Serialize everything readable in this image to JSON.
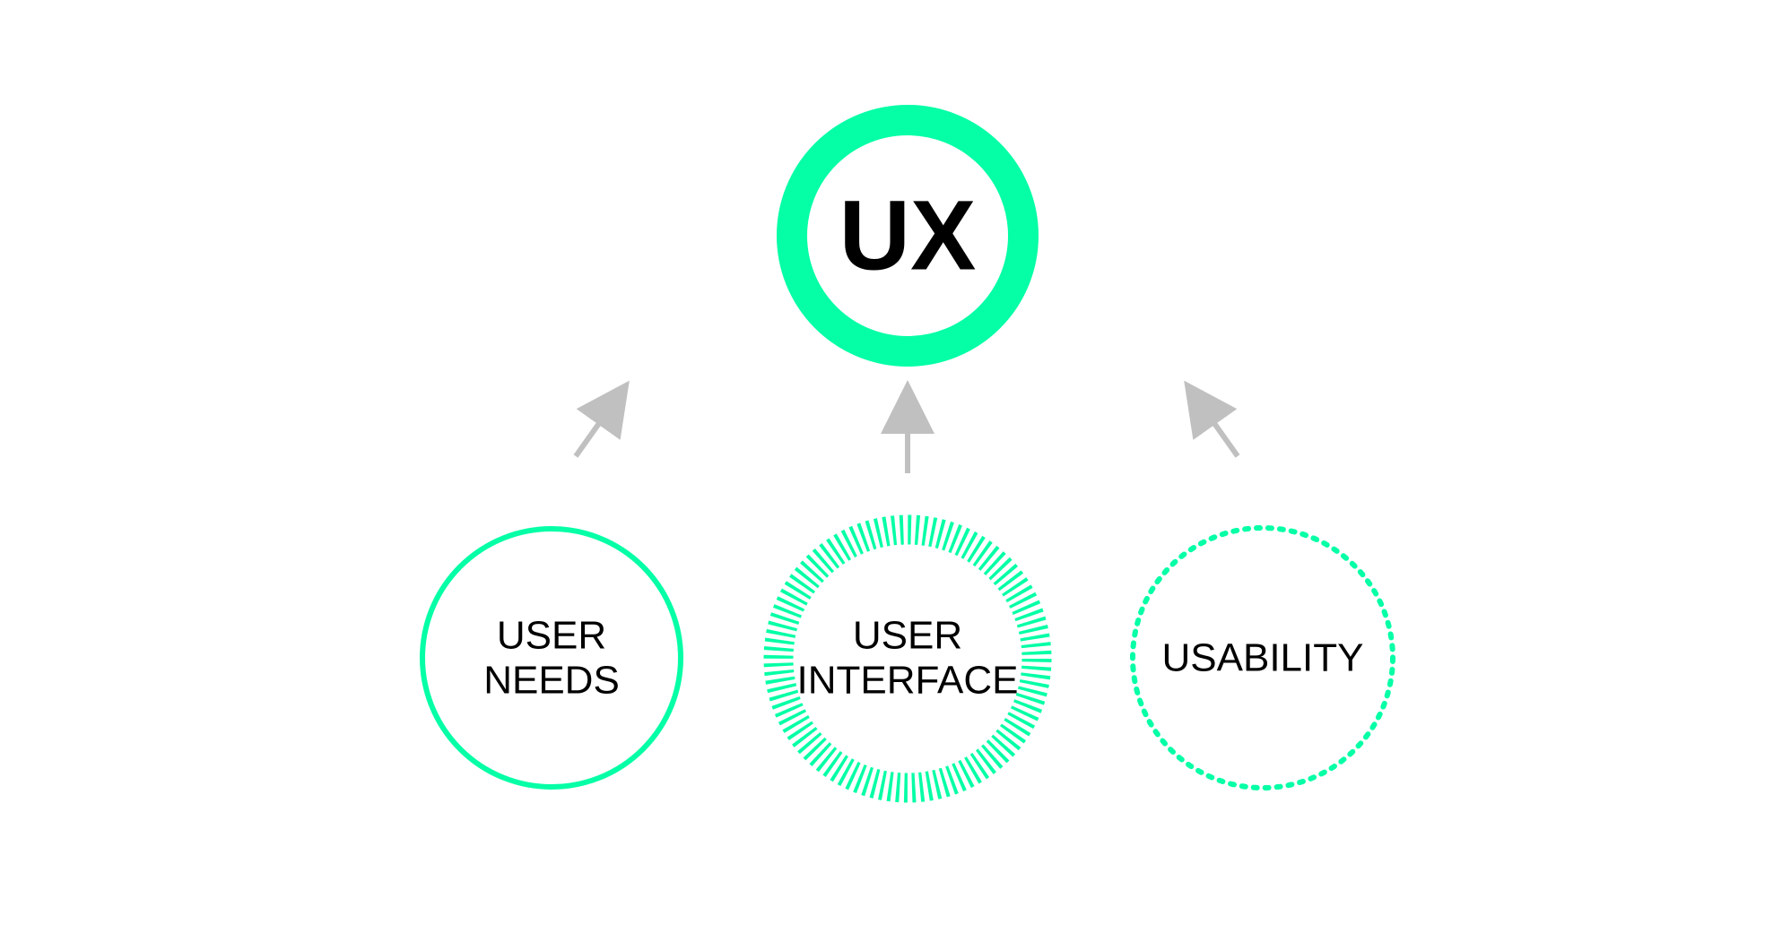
{
  "colors": {
    "accent": "#05ffa6",
    "arrow": "#c0c0c0",
    "text": "#000000",
    "background": "#ffffff"
  },
  "nodes": {
    "ux": {
      "label": "UX",
      "style": "thick-ring"
    },
    "user_needs": {
      "line1": "USER",
      "line2": "NEEDS",
      "style": "solid-ring"
    },
    "user_interface": {
      "line1": "USER",
      "line2": "INTERFACE",
      "style": "ticked-ring"
    },
    "usability": {
      "label": "USABILITY",
      "style": "dotted-ring"
    }
  },
  "edges": [
    {
      "from": "user_needs",
      "to": "ux"
    },
    {
      "from": "user_interface",
      "to": "ux"
    },
    {
      "from": "usability",
      "to": "ux"
    }
  ]
}
